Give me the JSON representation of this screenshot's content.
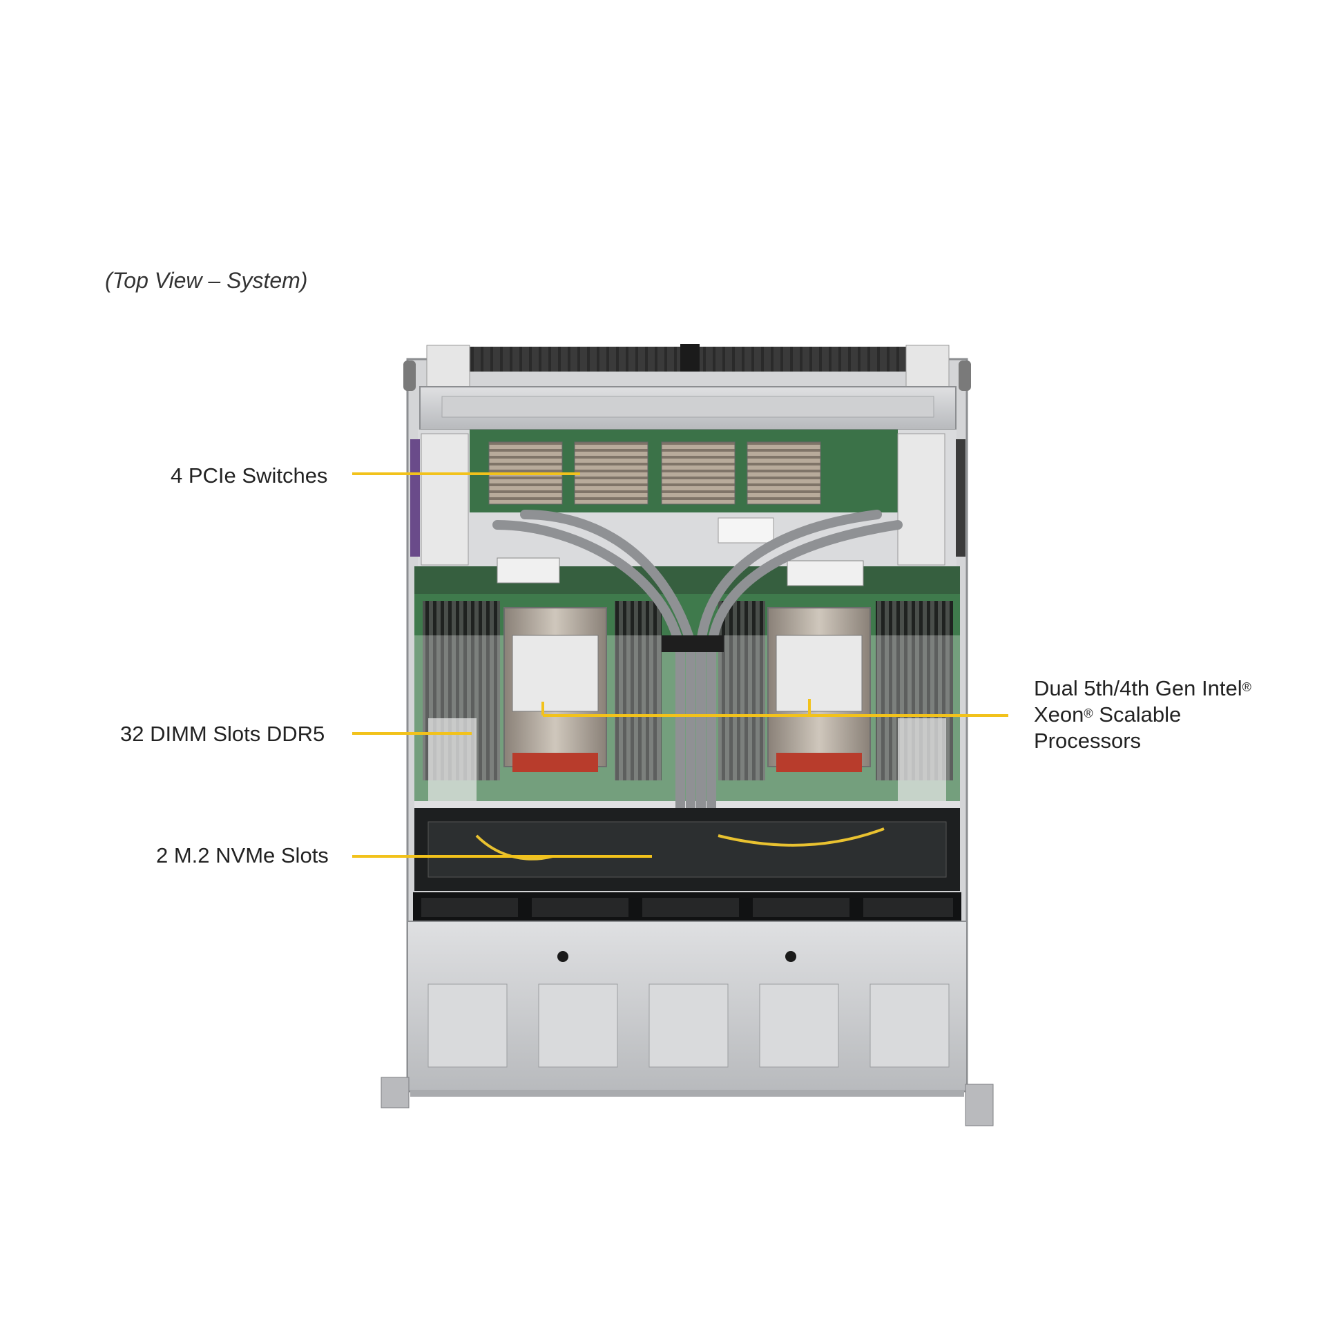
{
  "caption": "(Top View – System)",
  "callouts": {
    "pcie_switches": "4 PCIe Switches",
    "dimm_slots": "32 DIMM Slots DDR5",
    "m2_slots": "2 M.2 NVMe Slots",
    "processors": {
      "line1_a": "Dual 5th/4th Gen Intel",
      "line2_a": "Xeon",
      "line2_b": " Scalable",
      "line3": "Processors",
      "reg_mark": "®"
    }
  },
  "colors": {
    "callout_line": "#f2c21b",
    "chassis_metal": "#c8c9cb",
    "pcb_green": "#3f7a4c",
    "heatsink": "#b9b2a8",
    "dimm_dark": "#2b2b2b",
    "cable_gray": "#8f9194"
  }
}
